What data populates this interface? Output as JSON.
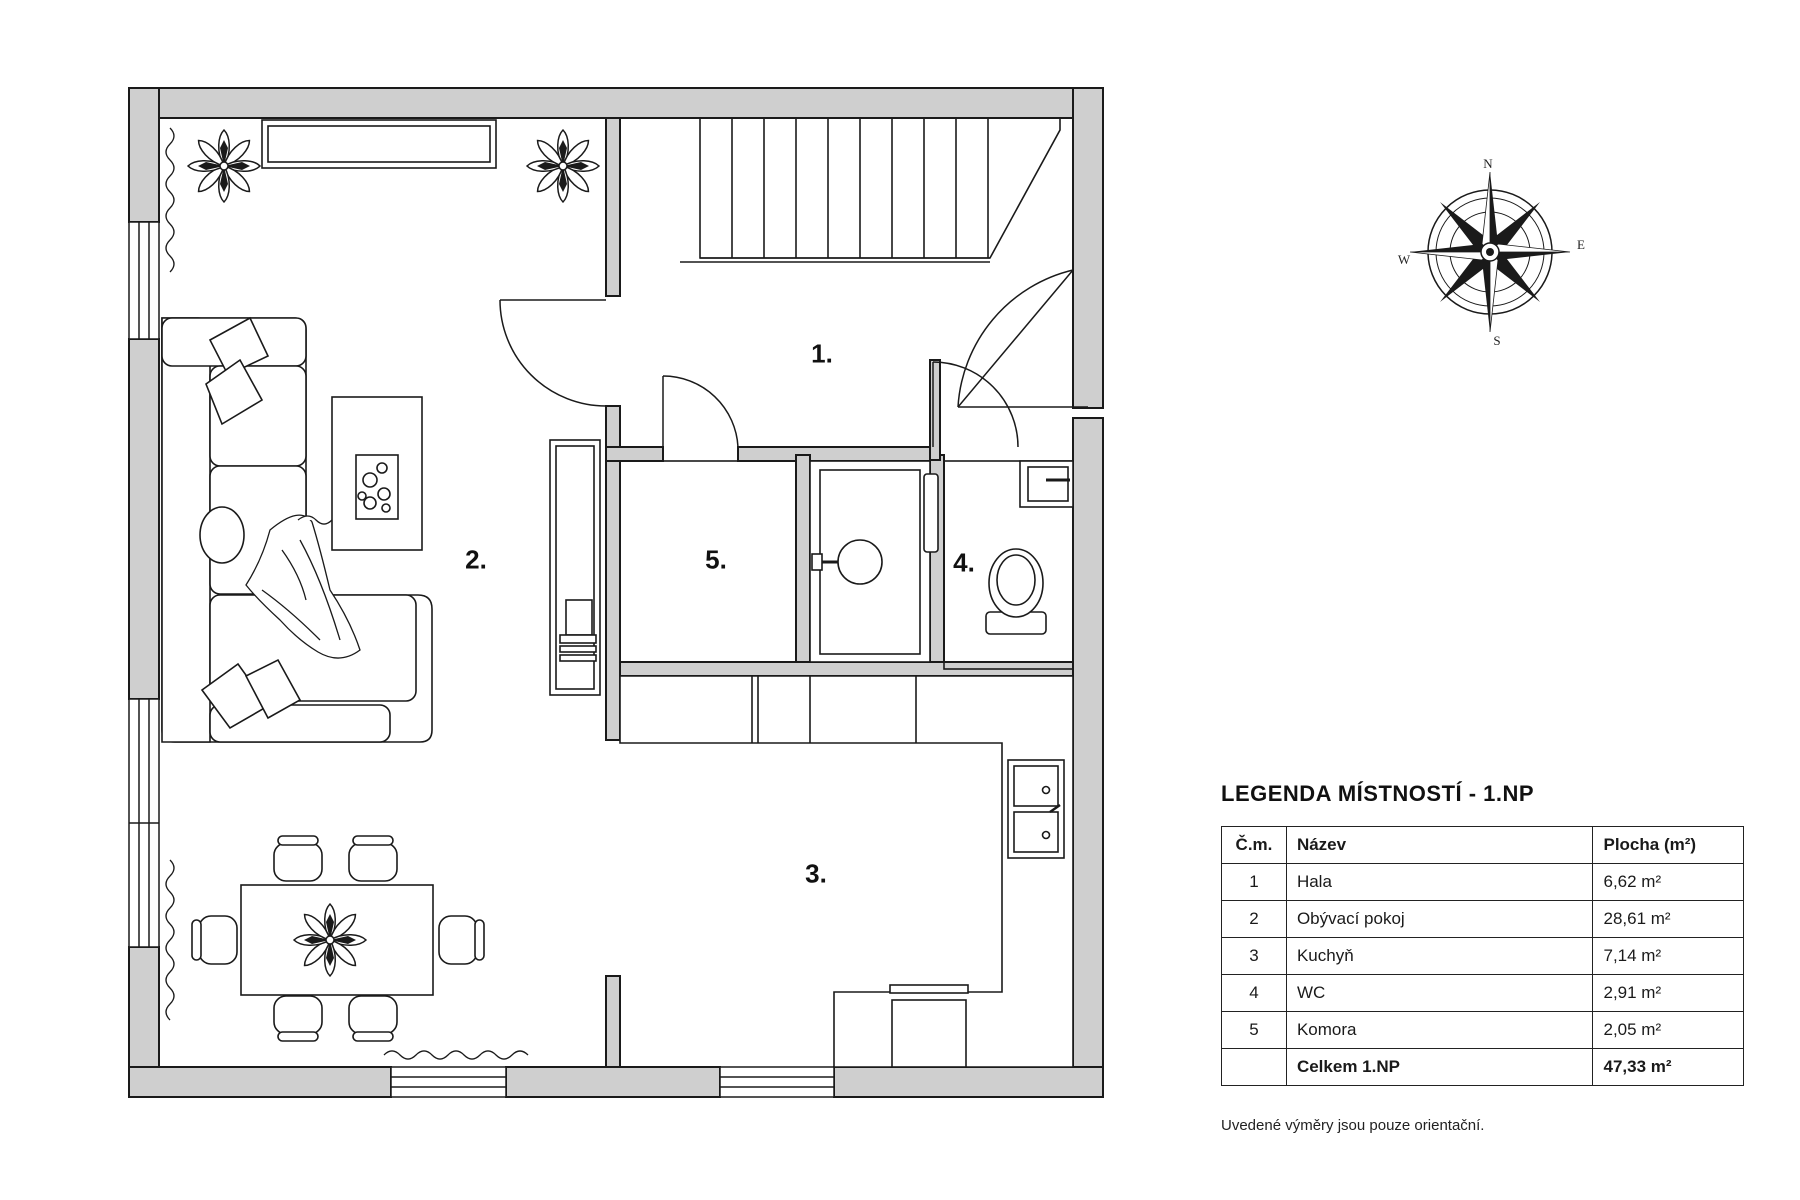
{
  "rooms": [
    {
      "number": "1.",
      "name": "Hala"
    },
    {
      "number": "2.",
      "name": "Obývací pokoj"
    },
    {
      "number": "3.",
      "name": "Kuchyň"
    },
    {
      "number": "4.",
      "name": "WC"
    },
    {
      "number": "5.",
      "name": "Komora"
    }
  ],
  "compass": {
    "north": "N",
    "south": "S",
    "east": "E",
    "west": "W"
  },
  "legend": {
    "title": "LEGENDA MÍSTNOSTÍ - 1.NP",
    "headers": {
      "number": "Č.m.",
      "name": "Název",
      "area": "Plocha (m²)"
    },
    "rows": [
      {
        "number": "1",
        "name": "Hala",
        "area": "6,62 m²"
      },
      {
        "number": "2",
        "name": "Obývací pokoj",
        "area": "28,61 m²"
      },
      {
        "number": "3",
        "name": "Kuchyň",
        "area": "7,14 m²"
      },
      {
        "number": "4",
        "name": "WC",
        "area": "2,91 m²"
      },
      {
        "number": "5",
        "name": "Komora",
        "area": "2,05 m²"
      }
    ],
    "total": {
      "label": "Celkem 1.NP",
      "area": "47,33 m²"
    }
  },
  "note": "Uvedené výměry jsou pouze orientační.",
  "colors": {
    "wall": "#cfcfcf",
    "line": "#1a1a1a"
  }
}
